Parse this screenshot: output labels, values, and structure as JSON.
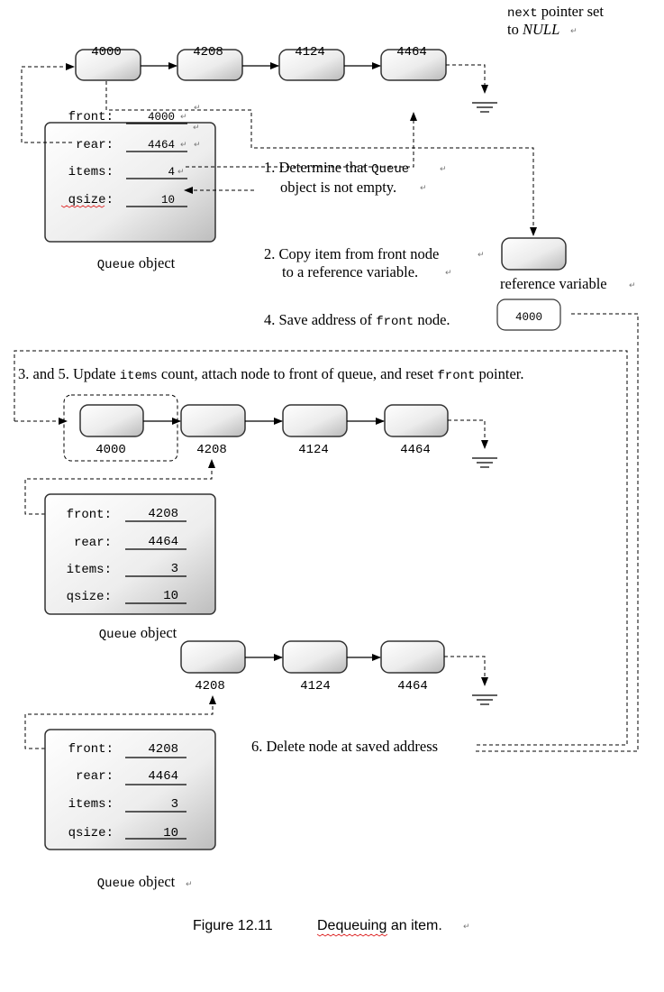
{
  "next_note": {
    "code": "next",
    "line1_rest": " pointer set",
    "line2_pre": "to ",
    "line2_it": "NULL"
  },
  "list1": {
    "addrs": [
      "4000",
      "4208",
      "4124",
      "4464"
    ]
  },
  "queue1": {
    "fields": [
      {
        "label": "front:",
        "value": "4000"
      },
      {
        "label": "rear:",
        "value": "4464"
      },
      {
        "label": "items:",
        "value": "4"
      },
      {
        "label": "qsize:",
        "value": "10"
      }
    ],
    "caption_code": "Queue",
    "caption_text": " object"
  },
  "steps": {
    "s1_a": "1. Determine that ",
    "s1_code": "Queue",
    "s1_b": "object is not empty.",
    "s2_a": "2. Copy item from front node",
    "s2_b": "to a reference variable.",
    "ref_label": "reference variable",
    "s4_a": "4. Save address of ",
    "s4_code": "front",
    "s4_b": " node.",
    "saved_addr": "4000",
    "s35_a": "3. and 5. Update ",
    "s35_code1": "items",
    "s35_b": " count, attach node to front of queue, and reset ",
    "s35_code2": "front",
    "s35_c": " pointer.",
    "s6": "6. Delete node at saved address"
  },
  "list2": {
    "addrs": [
      "4000",
      "4208",
      "4124",
      "4464"
    ]
  },
  "queue2": {
    "fields": [
      {
        "label": "front:",
        "value": "4208"
      },
      {
        "label": "rear:",
        "value": "4464"
      },
      {
        "label": "items:",
        "value": "3"
      },
      {
        "label": "qsize:",
        "value": "10"
      }
    ],
    "caption_code": "Queue",
    "caption_text": " object"
  },
  "list3": {
    "addrs": [
      "4208",
      "4124",
      "4464"
    ]
  },
  "queue3": {
    "fields": [
      {
        "label": "front:",
        "value": "4208"
      },
      {
        "label": "rear:",
        "value": "4464"
      },
      {
        "label": "items:",
        "value": "3"
      },
      {
        "label": "qsize:",
        "value": "10"
      }
    ],
    "caption_code": "Queue",
    "caption_text": " object"
  },
  "figure": {
    "number": "Figure 12.11",
    "title": "Dequeuing an item."
  }
}
